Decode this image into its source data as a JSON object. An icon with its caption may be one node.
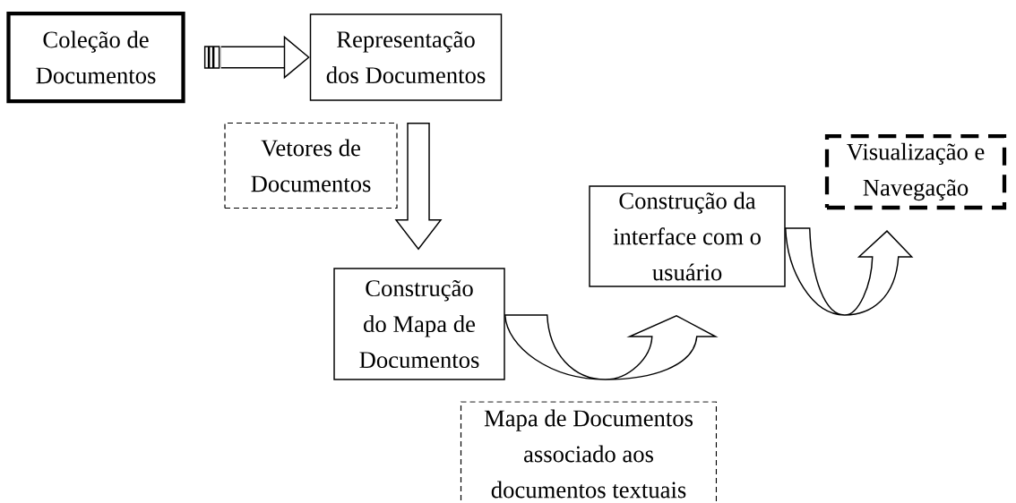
{
  "diagram": {
    "nodes": [
      {
        "text": [
          "Coleção de Documentos"
        ]
      },
      {
        "text": [
          "Representação dos Documentos"
        ]
      },
      {
        "text": [
          "Vetores de Documentos"
        ]
      },
      {
        "text": [
          "Construção do Mapa de Documentos"
        ]
      },
      {
        "text": [
          "Construção da interface com o usuário"
        ]
      },
      {
        "text": [
          "Visualização e Navegação"
        ]
      },
      {
        "text": [
          "Mapa de Documentos associado aos documentos textuais"
        ]
      }
    ],
    "edges": [
      {
        "from": 0,
        "to": 1,
        "arrow": "to"
      },
      {
        "from": 1,
        "to": 3,
        "arrow": "to"
      },
      {
        "from": 3,
        "to": 4,
        "arrow": "to"
      },
      {
        "from": 4,
        "to": 5,
        "arrow": "to"
      }
    ]
  }
}
